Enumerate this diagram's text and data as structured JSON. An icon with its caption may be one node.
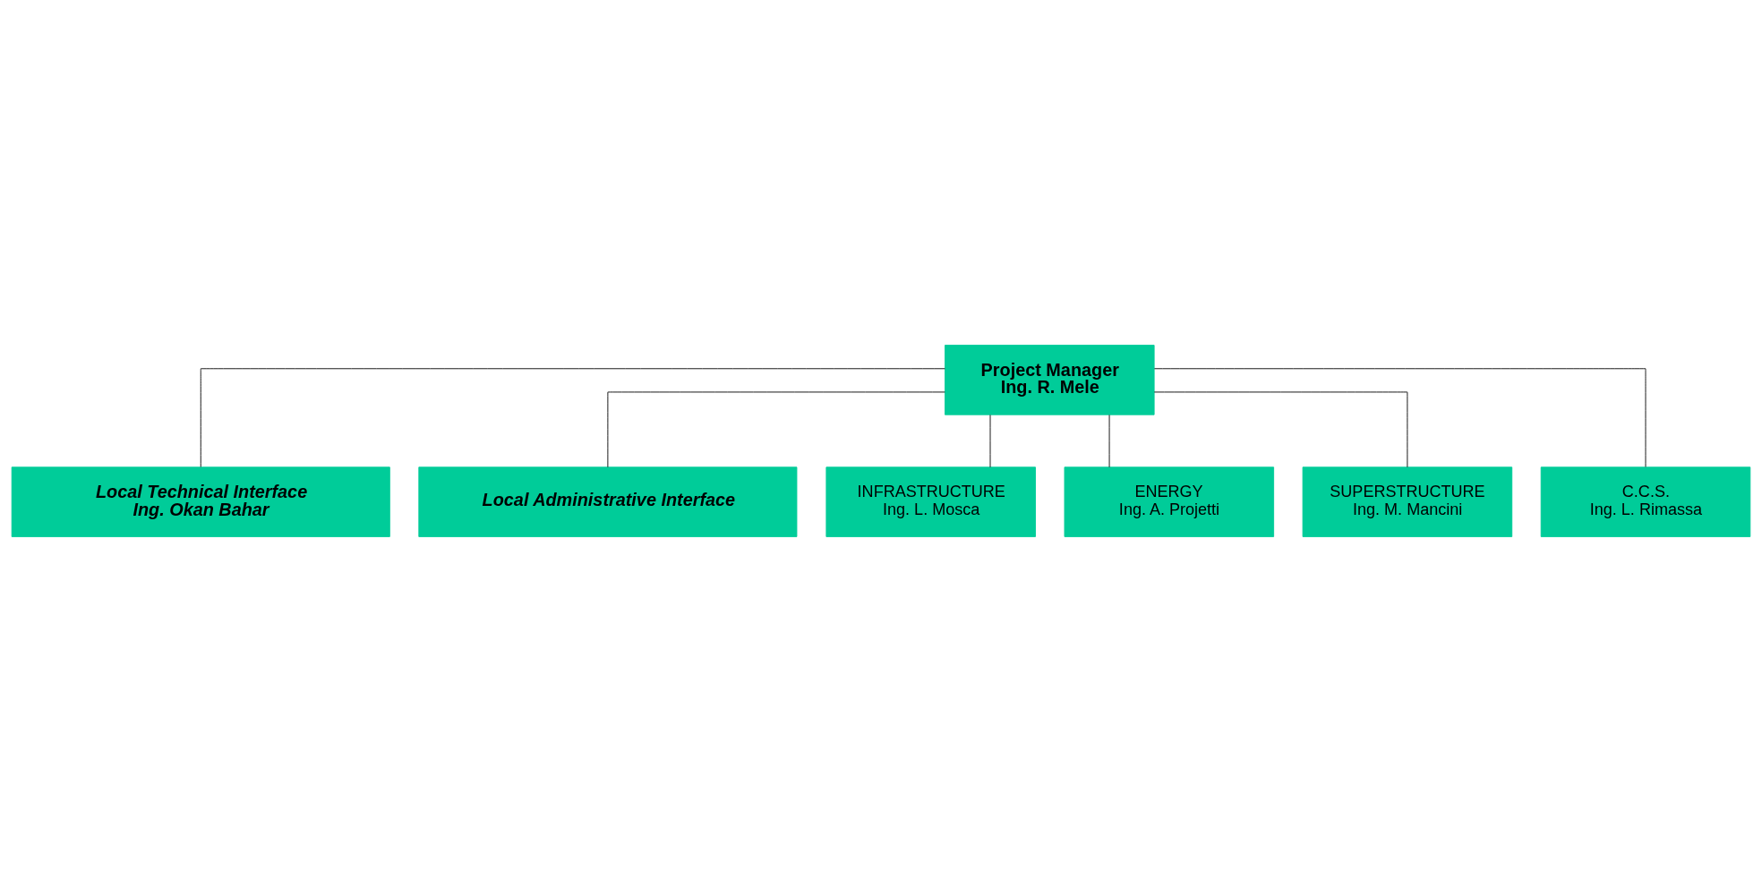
{
  "diagram": {
    "nodes": [
      {
        "text": [
          "Project Manager",
          "Ing. R. Mele"
        ]
      },
      {
        "text": [
          "Local Technical Interface",
          "Ing. Okan Bahar"
        ]
      },
      {
        "text": [
          "Local Administrative Interface"
        ]
      },
      {
        "text": [
          "INFRASTRUCTURE",
          "Ing. L. Mosca"
        ]
      },
      {
        "text": [
          "ENERGY",
          "Ing. A. Projetti"
        ]
      },
      {
        "text": [
          "SUPERSTRUCTURE",
          "Ing. M. Mancini"
        ]
      },
      {
        "text": [
          "C.C.S.",
          "Ing. L. Rimassa"
        ]
      }
    ],
    "edges": [
      {
        "from": 0,
        "to": 1,
        "arrow": "none"
      },
      {
        "from": 0,
        "to": 2,
        "arrow": "none"
      },
      {
        "from": 0,
        "to": 3,
        "arrow": "none"
      },
      {
        "from": 0,
        "to": 4,
        "arrow": "none"
      },
      {
        "from": 0,
        "to": 5,
        "arrow": "none"
      },
      {
        "from": 0,
        "to": 6,
        "arrow": "none"
      }
    ]
  }
}
